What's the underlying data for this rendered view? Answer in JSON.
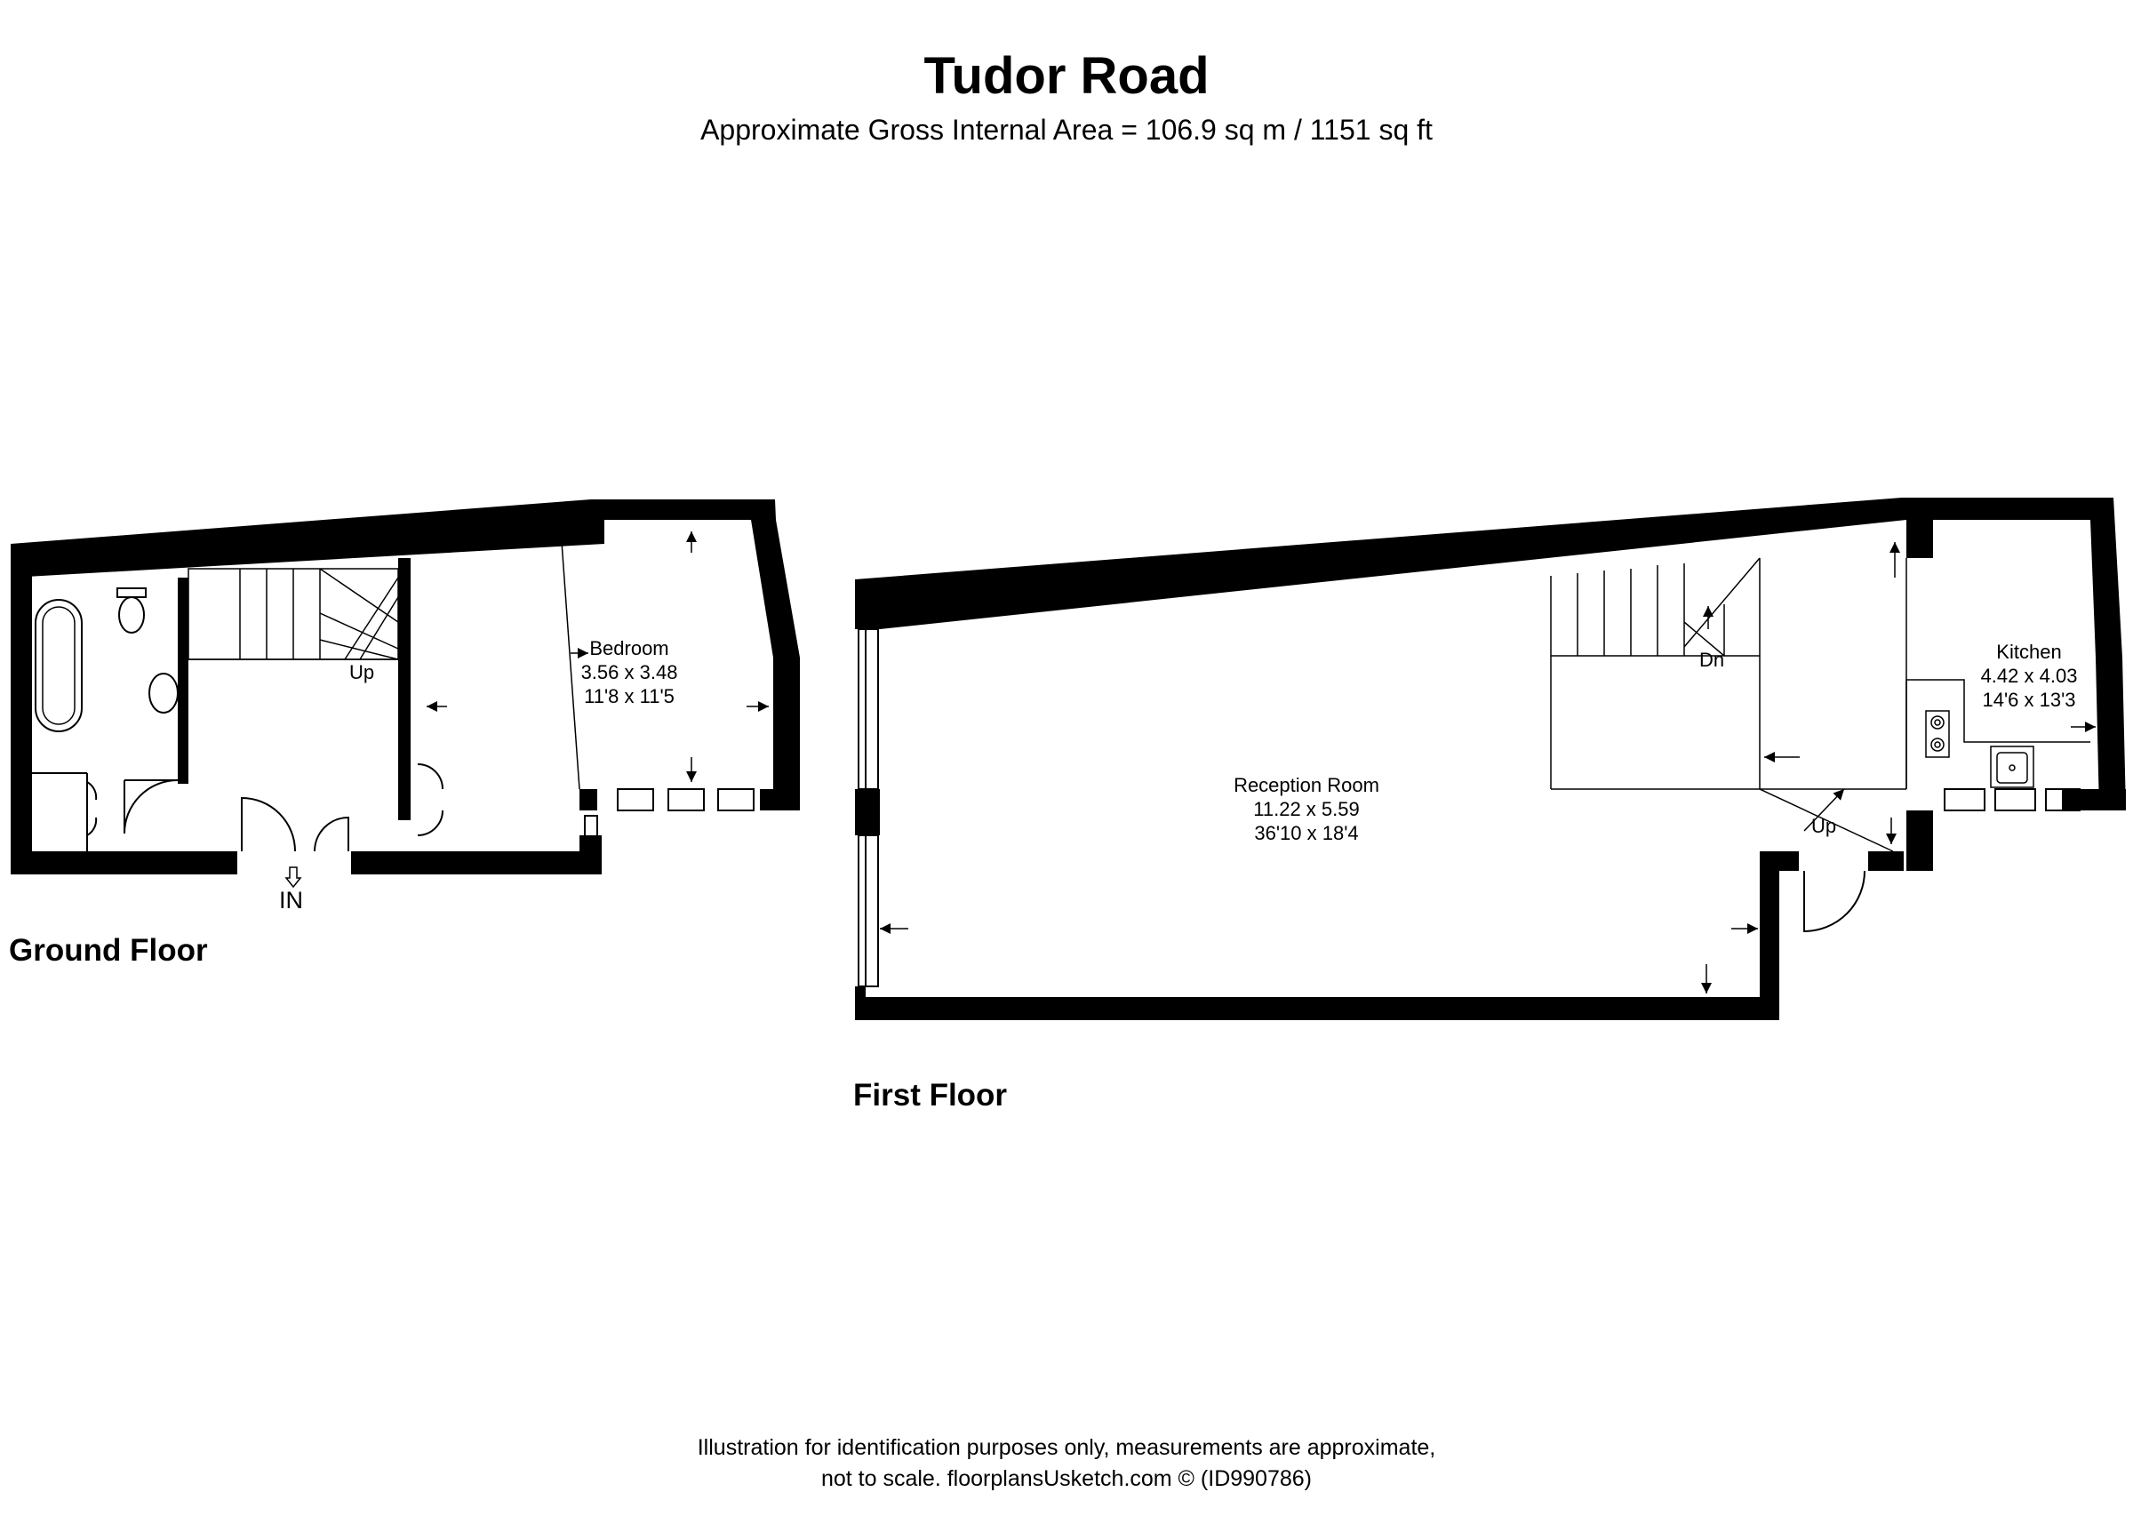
{
  "header": {
    "title": "Tudor Road",
    "subtitle": "Approximate Gross Internal Area = 106.9 sq m / 1151 sq ft"
  },
  "ground_floor": {
    "label": "Ground Floor",
    "entrance_label": "IN",
    "stairs_label": "Up",
    "bedroom": {
      "name": "Bedroom",
      "metric": "3.56 x 3.48",
      "imperial": "11'8 x 11'5"
    }
  },
  "first_floor": {
    "label": "First Floor",
    "stairs_down_label": "Dn",
    "stairs_up_label": "Up",
    "reception": {
      "name": "Reception Room",
      "metric": "11.22 x 5.59",
      "imperial": "36'10 x 18'4"
    },
    "kitchen": {
      "name": "Kitchen",
      "metric": "4.42 x 4.03",
      "imperial": "14'6 x 13'3"
    }
  },
  "footer": {
    "line1": "Illustration for identification purposes only, measurements are approximate,",
    "line2": "not to scale. floorplansUsketch.com © (ID990786)"
  },
  "colors": {
    "wall": "#000000",
    "background": "#ffffff",
    "line": "#000000"
  }
}
